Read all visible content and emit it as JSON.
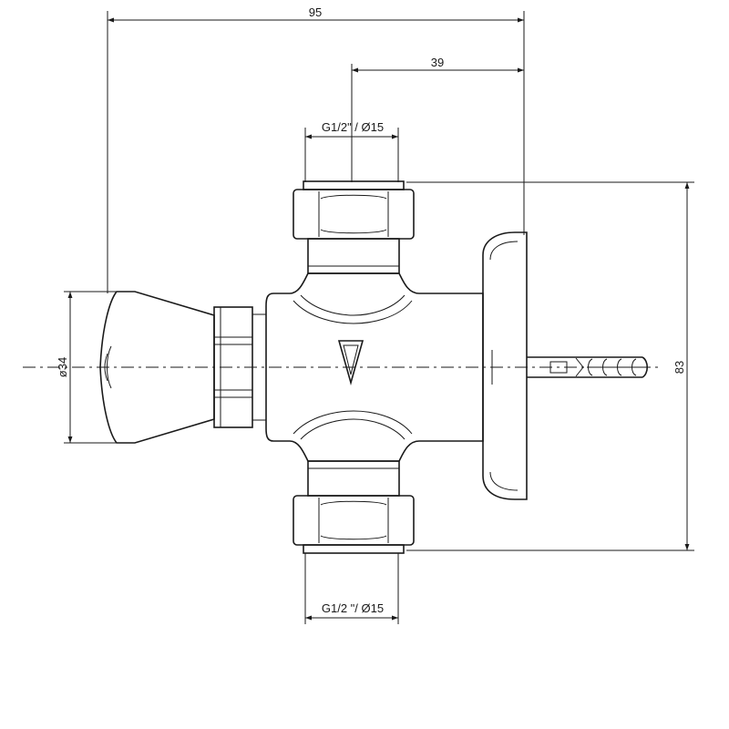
{
  "dimensions": {
    "overall_width": "95",
    "offset_width": "39",
    "top_connection": "G1/2\" / Ø15",
    "bottom_connection": "G1/2 \"/ Ø15",
    "height": "83",
    "knob_diameter": "ø34"
  },
  "colors": {
    "line": "#1a1a1a",
    "background": "#ffffff"
  }
}
